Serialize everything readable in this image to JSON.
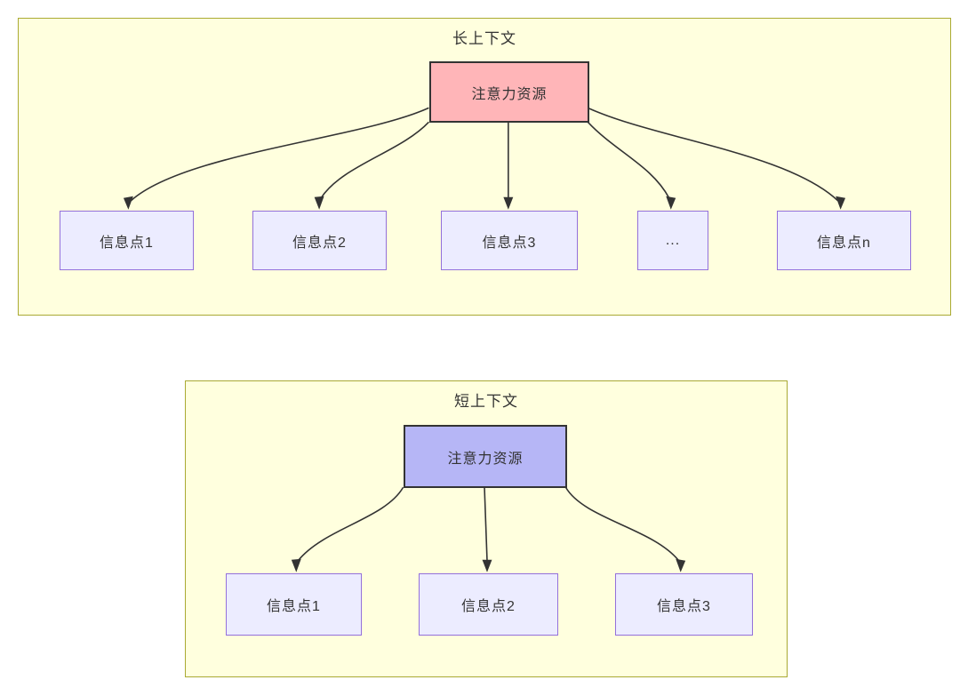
{
  "diagram": {
    "panels": [
      {
        "title": "长上下文",
        "source": {
          "label": "注意力资源"
        },
        "targets": [
          {
            "label": "信息点1"
          },
          {
            "label": "信息点2"
          },
          {
            "label": "信息点3"
          },
          {
            "label": "..."
          },
          {
            "label": "信息点n"
          }
        ]
      },
      {
        "title": "短上下文",
        "source": {
          "label": "注意力资源"
        },
        "targets": [
          {
            "label": "信息点1"
          },
          {
            "label": "信息点2"
          },
          {
            "label": "信息点3"
          }
        ]
      }
    ],
    "colors": {
      "panel_bg": "#ffffde",
      "panel_border": "#aaaa33",
      "long_source_fill": "#ffb5b8",
      "short_source_fill": "#b6b6f6",
      "target_fill": "#ececff",
      "target_border": "#9370db",
      "source_border": "#333333",
      "arrow": "#333333",
      "text": "#333333"
    }
  }
}
